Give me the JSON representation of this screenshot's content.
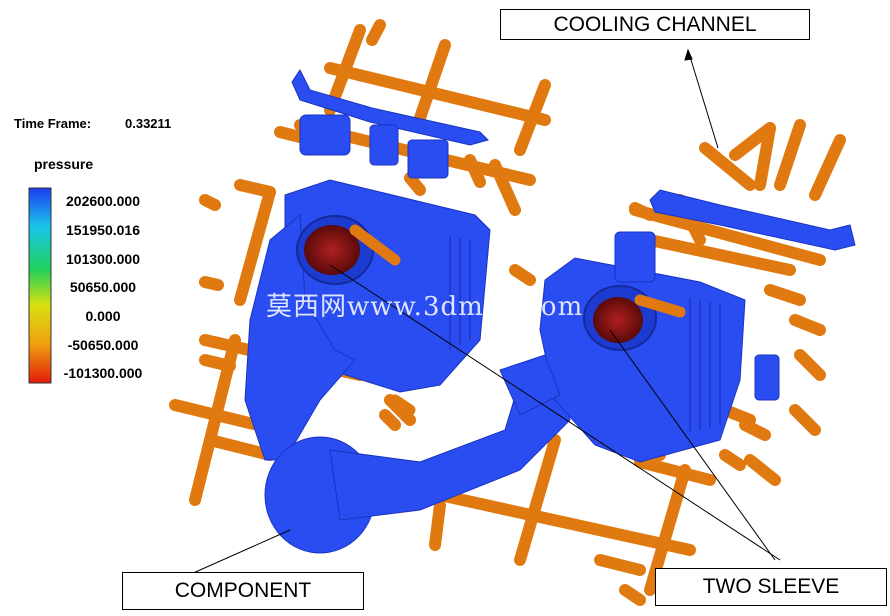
{
  "header": {
    "time_frame_label": "Time Frame:",
    "time_frame_value": "0.33211"
  },
  "legend": {
    "title": "pressure",
    "ticks": [
      "202600.000",
      "151950.016",
      "101300.000",
      "50650.000",
      "0.000",
      "-50650.000",
      "-101300.000"
    ],
    "gradient": [
      "#1f3df0",
      "#19d0e8",
      "#1ecf52",
      "#d9e010",
      "#f0a010",
      "#e02010"
    ]
  },
  "callouts": {
    "cooling": "COOLING CHANNEL",
    "component": "COMPONENT",
    "sleeve": "TWO SLEEVE"
  },
  "watermark": "莫西网www.3dmox.com",
  "colors": {
    "casting": "#2a4df2",
    "channel": "#e07a10",
    "sleeve": "#8e1616"
  }
}
